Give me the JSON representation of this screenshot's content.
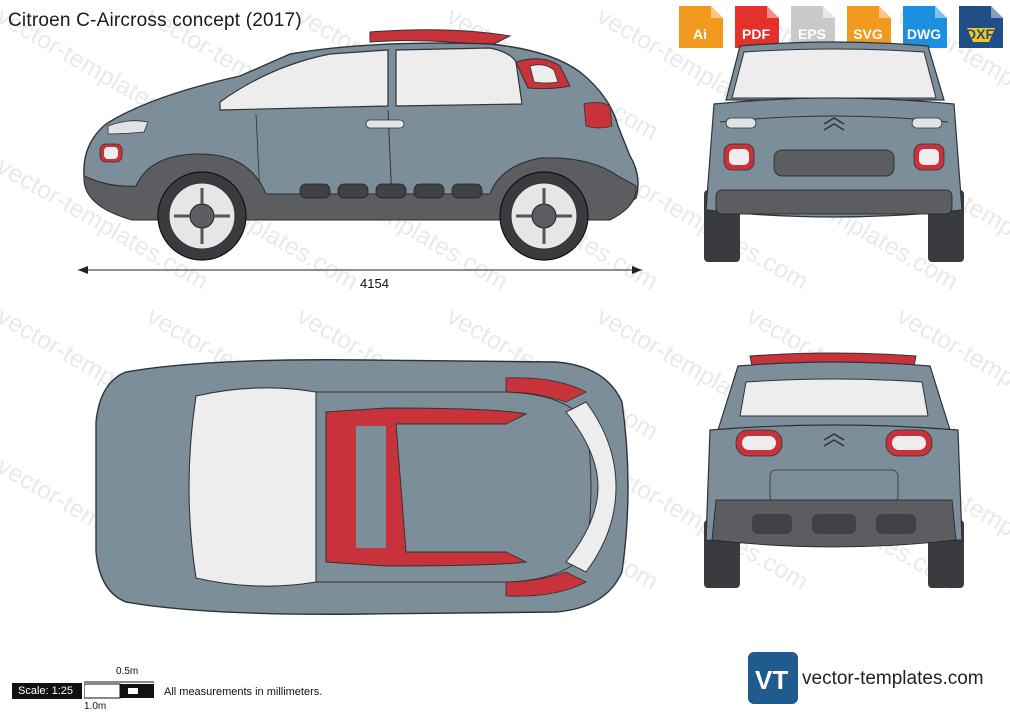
{
  "title": "Citroen C-Aircross concept (2017)",
  "formats": [
    {
      "label": "Ai",
      "color": "#f29a1f"
    },
    {
      "label": "PDF",
      "color": "#e5312c"
    },
    {
      "label": "EPS",
      "color": "#c9c9c9"
    },
    {
      "label": "SVG",
      "color": "#f29a1f"
    },
    {
      "label": "DWG",
      "color": "#1d8fe1"
    },
    {
      "label": "DXF",
      "color": "#1f4f86"
    }
  ],
  "watermark_text": "vector-templates.com",
  "dimension_length": "4154",
  "scale": {
    "label": "Scale: 1:25",
    "half_meter": "0.5m",
    "one_meter": "1.0m"
  },
  "note": "All measurements in millimeters.",
  "brand": {
    "logo_text": "VT",
    "name": "vector-templates.com"
  },
  "colors": {
    "body": "#7b8e99",
    "dark_trim": "#5b5d61",
    "accent_red": "#c8323a",
    "glass": "#ededed"
  }
}
